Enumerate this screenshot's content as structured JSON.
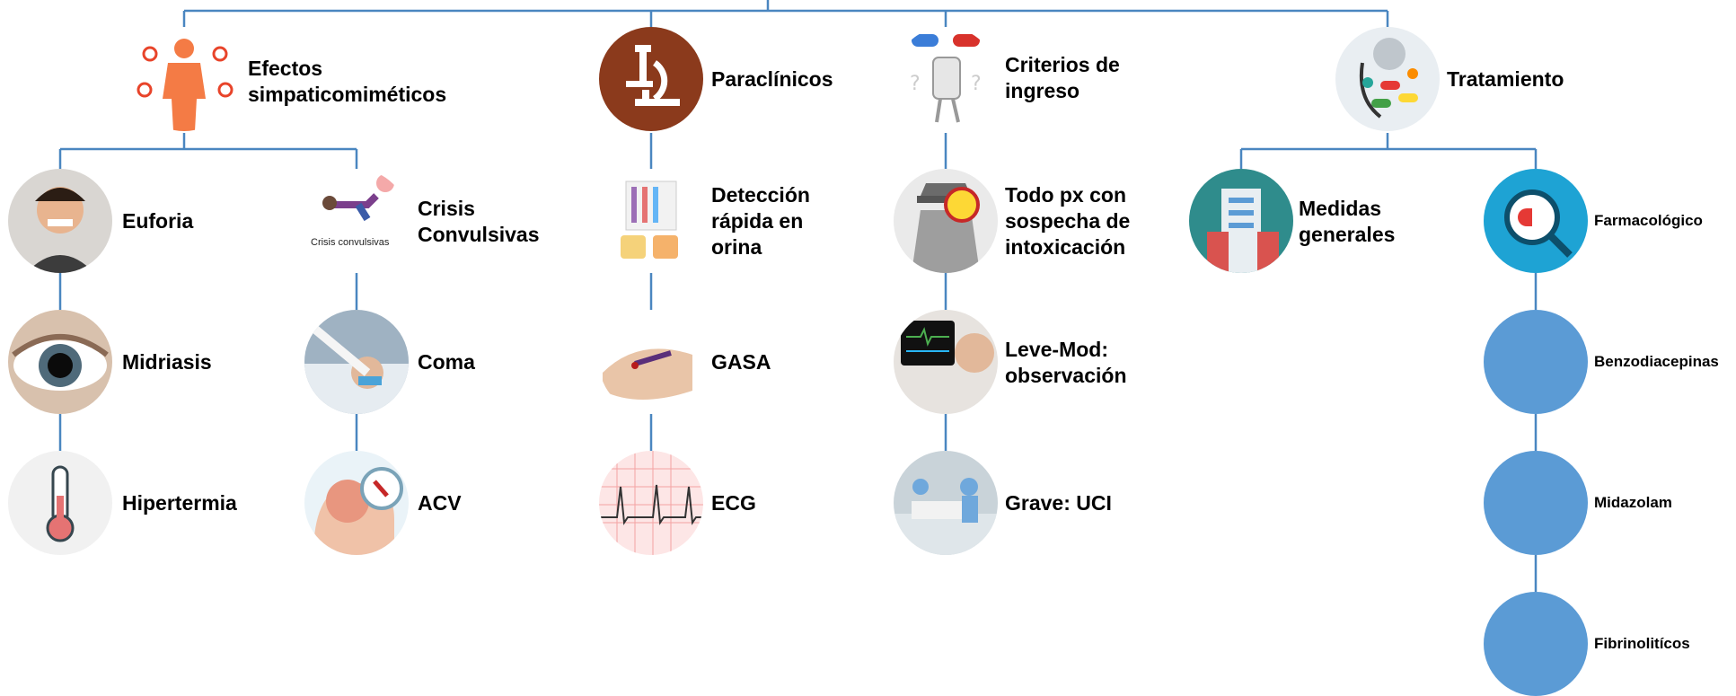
{
  "colors": {
    "connector": "#4a86c0",
    "node_fill": "#5b9bd5",
    "label": "#000000"
  },
  "nodes": {
    "efectos": "Efectos\nsimpaticomiméticos",
    "paraclinicos": "Paraclínicos",
    "criterios": "Criterios de\ningreso",
    "tratamiento": "Tratamiento",
    "euforia": "Euforia",
    "crisis": "Crisis\nConvulsivas",
    "crisis_caption": "Crisis convulsivas",
    "midriasis": "Midriasis",
    "coma": "Coma",
    "hipertermia": "Hipertermia",
    "acv": "ACV",
    "deteccion": "Detección\nrápida en\norina",
    "gasa": "GASA",
    "ecg": "ECG",
    "todo_px": "Todo px con\nsospecha de\nintoxicación",
    "leve_mod": "Leve-Mod:\nobservación",
    "grave": "Grave: UCI",
    "medidas": "Medidas\ngenerales",
    "farmacologico": "Farmacológico",
    "benzodiacepinas": "Benzodiacepinas",
    "midazolam": "Midazolam",
    "fibrinoliticos": "Fibrinolitícos"
  },
  "icons": {
    "efectos": "body-symptoms-icon",
    "paraclinicos": "microscope-icon",
    "criterios": "confused-character-icon",
    "tratamiento": "pills-stethoscope-icon",
    "euforia": "excited-person-icon",
    "crisis": "seizure-illustration-icon",
    "midriasis": "dilated-eye-icon",
    "coma": "intubated-patient-icon",
    "hipertermia": "thermometer-icon",
    "acv": "brain-stroke-icon",
    "deteccion": "urine-test-kit-icon",
    "gasa": "blood-sample-icon",
    "ecg": "ecg-trace-icon",
    "todo_px": "detective-icon",
    "leve_mod": "patient-monitor-icon",
    "grave": "icu-room-icon",
    "medidas": "hospital-building-icon",
    "farmacologico": "pill-magnifier-icon"
  }
}
